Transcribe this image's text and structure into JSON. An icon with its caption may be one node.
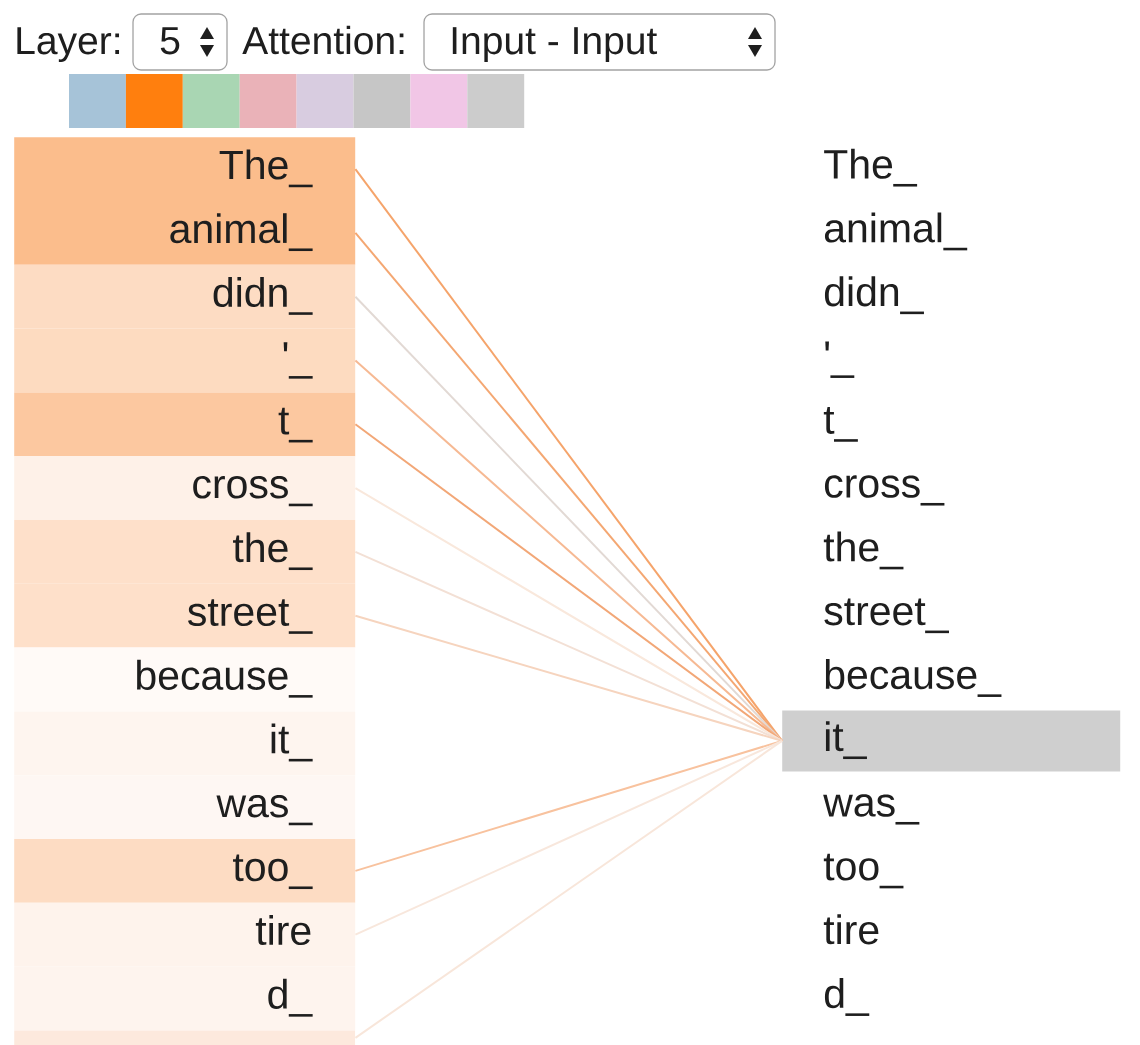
{
  "diagram": {
    "nodes": [
      {
        "text": [
          "The_"
        ]
      },
      {
        "text": [
          "animal_"
        ]
      },
      {
        "text": [
          "didn_"
        ]
      },
      {
        "text": [
          "'_"
        ]
      },
      {
        "text": [
          "t_"
        ]
      },
      {
        "text": [
          "cross_"
        ]
      },
      {
        "text": [
          "the_"
        ]
      },
      {
        "text": [
          "street_"
        ]
      },
      {
        "text": [
          "because_"
        ]
      },
      {
        "text": [
          "it_"
        ]
      },
      {
        "text": [
          "was_"
        ]
      },
      {
        "text": [
          "too_"
        ]
      },
      {
        "text": [
          "tire"
        ]
      },
      {
        "text": [
          "d_"
        ]
      },
      {
        "text": [],
        "shape": "box"
      },
      {
        "text": [
          "The_"
        ]
      },
      {
        "text": [
          "animal_"
        ]
      },
      {
        "text": [
          "didn_"
        ]
      },
      {
        "text": [
          "'_"
        ]
      },
      {
        "text": [
          "t_"
        ]
      },
      {
        "text": [
          "cross_"
        ]
      },
      {
        "text": [
          "the_"
        ]
      },
      {
        "text": [
          "street_"
        ]
      },
      {
        "text": [
          "because_"
        ]
      },
      {
        "text": [
          "it_"
        ]
      },
      {
        "text": [
          "was_"
        ]
      },
      {
        "text": [
          "too_"
        ]
      },
      {
        "text": [
          "tire"
        ]
      },
      {
        "text": [
          "d_"
        ]
      }
    ],
    "edges": [
      {
        "from": 0,
        "to": 24,
        "arrow": "none",
        "color": "#f5a46b"
      },
      {
        "from": 1,
        "to": 24,
        "arrow": "none",
        "color": "#f4a772"
      },
      {
        "from": 2,
        "to": 24,
        "arrow": "none",
        "color": "#e2d9d4"
      },
      {
        "from": 3,
        "to": 24,
        "arrow": "none",
        "color": "#f6b993"
      },
      {
        "from": 4,
        "to": 24,
        "arrow": "none",
        "color": "#f2a777"
      },
      {
        "from": 5,
        "to": 24,
        "arrow": "none",
        "color": "#f9e8dc"
      },
      {
        "from": 6,
        "to": 24,
        "arrow": "none",
        "color": "#f3e0d5"
      },
      {
        "from": 7,
        "to": 24,
        "arrow": "none",
        "color": "#f6d4be"
      },
      {
        "from": 11,
        "to": 24,
        "arrow": "none",
        "color": "#f8c29e"
      },
      {
        "from": 12,
        "to": 24,
        "arrow": "none",
        "color": "#f8e7dc"
      },
      {
        "from": 14,
        "to": 24,
        "arrow": "none",
        "color": "#f8e6da"
      }
    ],
    "labels": [
      "Layer:",
      "5",
      "Attention:",
      "Input - Input"
    ]
  }
}
